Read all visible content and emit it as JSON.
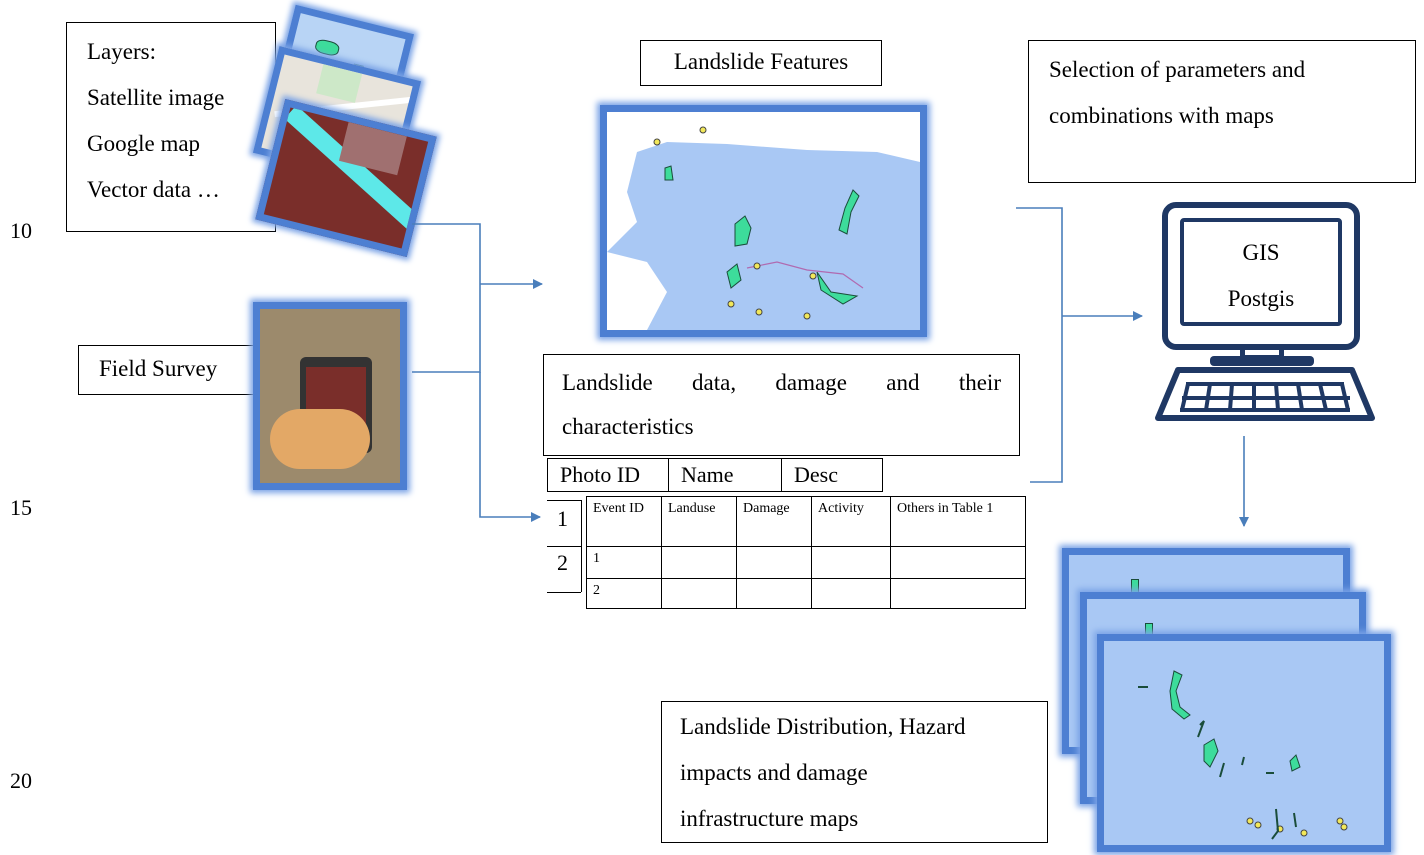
{
  "line_numbers": [
    "10",
    "15",
    "20"
  ],
  "layers_box": {
    "title": "Layers:",
    "items": [
      "Satellite image",
      "Google map",
      "Vector data …"
    ]
  },
  "field_survey": {
    "label": "Field Survey"
  },
  "landslide_features": {
    "label": "Landslide Features"
  },
  "landslide_data": {
    "line1": "Landslide data, damage and their",
    "line2": "characteristics"
  },
  "table": {
    "header": [
      "Photo ID",
      "Name",
      "Desc"
    ],
    "row_labels": [
      "1",
      "2"
    ],
    "inner_columns": [
      "Event ID",
      "Landuse",
      "Damage",
      "Activity",
      "Others in Table 1"
    ],
    "inner_rows": [
      "1",
      "2"
    ]
  },
  "selection_box": {
    "line1": "Selection of parameters and",
    "line2": "combinations with maps"
  },
  "computer": {
    "line1": "GIS",
    "line2": "Postgis"
  },
  "output_box": {
    "line1": "Landslide Distribution, Hazard",
    "line2": "impacts and damage",
    "line3": "infrastructure maps"
  },
  "colors": {
    "arrow": "#4a7ebb",
    "map_frame": "#4d7fd2",
    "map_water": "#a9c8f4",
    "landslide": "#3ddc9b",
    "computer": "#1f3864"
  }
}
